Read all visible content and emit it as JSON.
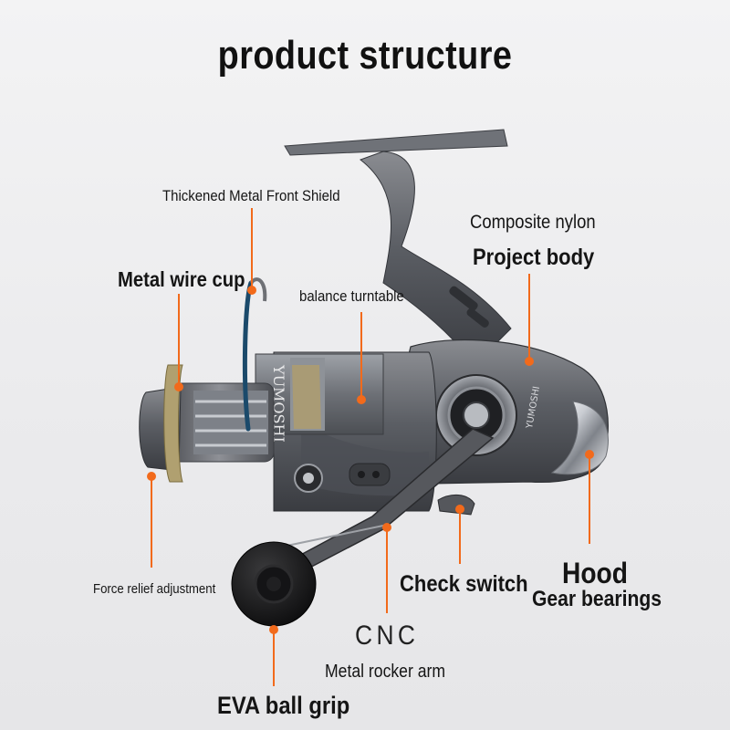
{
  "title": "product structure",
  "brand_text": "YUMOSHI",
  "accent_color": "#f26a1b",
  "labels": {
    "front_shield": "Thickened Metal Front Shield",
    "wire_cup": "Metal wire cup",
    "balance_turntable": "balance turntable",
    "composite_nylon": "Composite nylon",
    "project_body": "Project body",
    "force_relief": "Force relief adjustment",
    "check_switch": "Check switch",
    "hood": "Hood",
    "gear_bearings": "Gear bearings",
    "cnc": "CNC",
    "rocker_arm": "Metal rocker arm",
    "eva_grip": "EVA ball grip"
  }
}
